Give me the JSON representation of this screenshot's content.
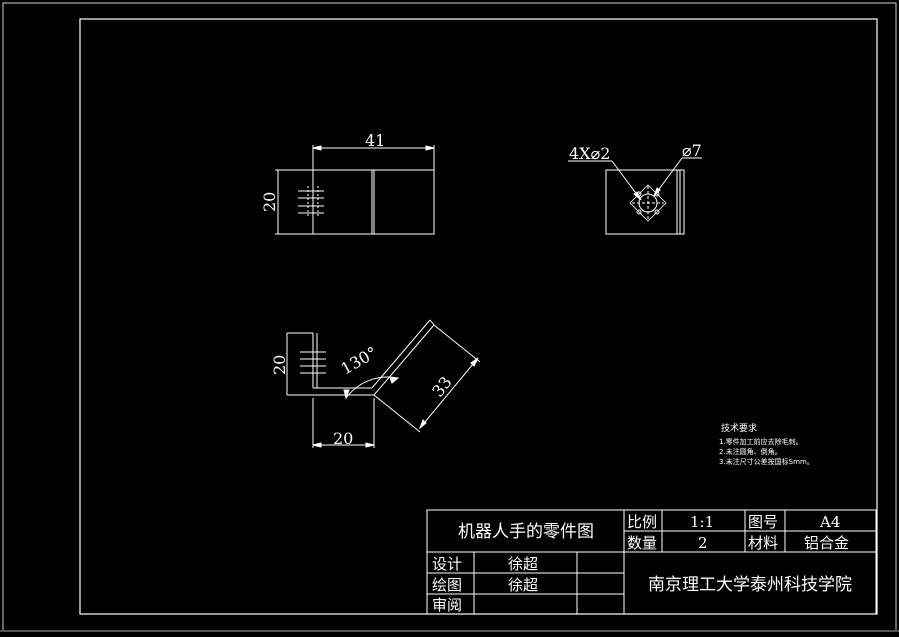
{
  "title_block": {
    "part_name": "机器人手的零件图",
    "scale_label": "比例",
    "scale_value": "1:1",
    "drawing_no_label": "图号",
    "drawing_no_value": "A4",
    "quantity_label": "数量",
    "quantity_value": "2",
    "material_label": "材料",
    "material_value": "铝合金",
    "design_label": "设计",
    "design_value": "徐超",
    "drawing_label": "绘图",
    "drawing_value": "徐超",
    "review_label": "审阅",
    "review_value": "",
    "school": "南京理工大学泰州科技学院"
  },
  "dimensions": {
    "top_width": "41",
    "top_height": "20",
    "hole_callout": "4X⌀2",
    "diameter_callout": "⌀7",
    "bend_height": "20",
    "bend_base": "20",
    "bend_angle": "130°",
    "bend_arm": "33"
  },
  "technical_requirements": {
    "title": "技术要求",
    "items": [
      "1.零件加工前应去除毛刺。",
      "2.未注圆角、倒角。",
      "3.未注尺寸公差按国标Smm。"
    ]
  },
  "colors": {
    "background": "#000000",
    "line": "#ffffff",
    "border": "#dddddd"
  }
}
